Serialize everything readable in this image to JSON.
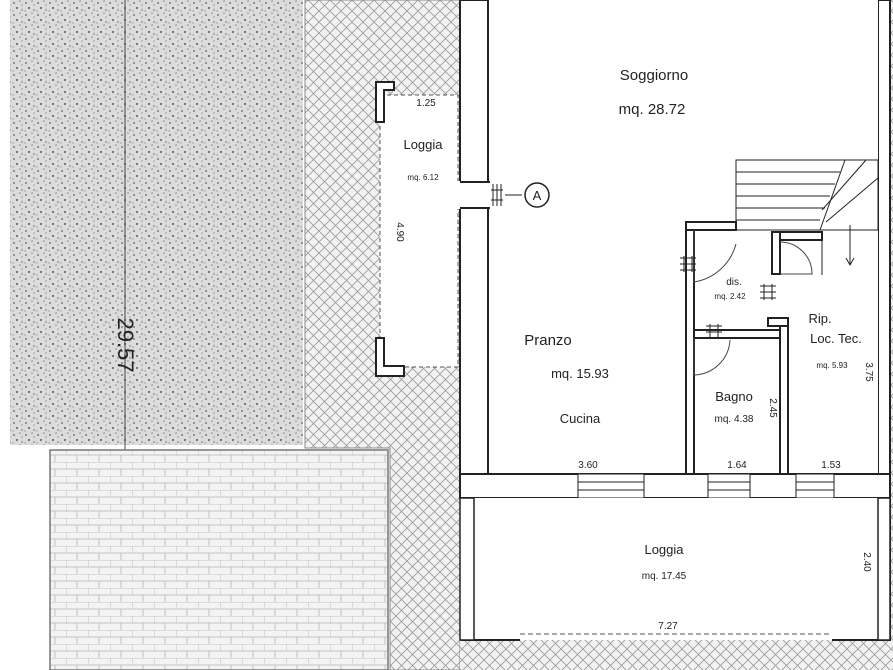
{
  "rooms": {
    "soggiorno": {
      "name": "Soggiorno",
      "area": "mq. 28.72"
    },
    "pranzo": {
      "name": "Pranzo",
      "area": "mq. 15.93",
      "sub": "Cucina"
    },
    "loggia_side": {
      "name": "Loggia",
      "area": "mq. 6.12"
    },
    "dis": {
      "name": "dis.",
      "area": "mq. 2.42"
    },
    "rip": {
      "name": "Rip.",
      "name2": "Loc. Tec.",
      "area": "mq. 5.93"
    },
    "bagno": {
      "name": "Bagno",
      "area": "mq. 4.38"
    },
    "loggia_main": {
      "name": "Loggia",
      "area": "mq. 17.45"
    }
  },
  "dimensions": {
    "lot_length": "29.57",
    "loggia_side_width": "1.25",
    "loggia_side_length": "4.90",
    "pranzo_width": "3.60",
    "bagno_width": "1.64",
    "rip_width": "1.53",
    "bagno_depth": "2.45",
    "rip_depth": "3.75",
    "loggia_main_depth": "2.40",
    "loggia_main_length": "7.27"
  },
  "section_marker": "A"
}
